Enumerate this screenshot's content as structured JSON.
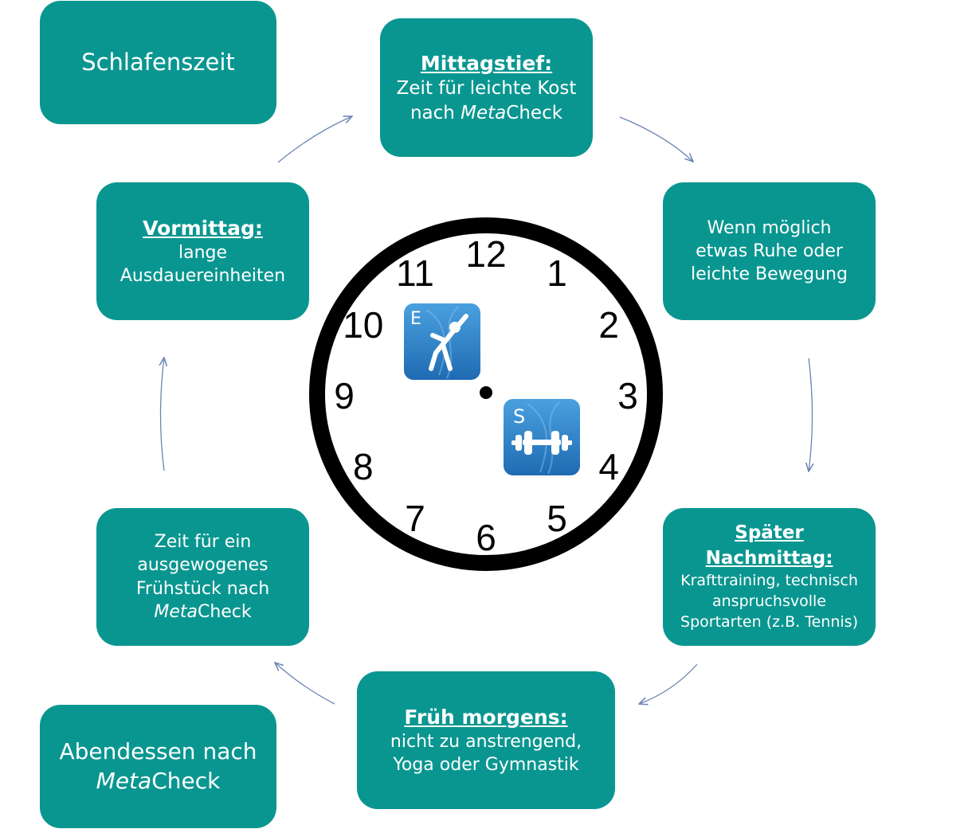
{
  "colors": {
    "box_fill": "#0a9690",
    "arrow": "#6b84b2",
    "clock_ring": "#000000",
    "icon_blue": "#2d7fc6"
  },
  "boxes": {
    "schlafenszeit": {
      "text": "Schlafenszeit"
    },
    "mittagstief": {
      "head": "Mittagstief:",
      "line1": "Zeit für leichte Kost",
      "line2_pre": "nach ",
      "line2_italic": "Meta",
      "line2_post": "Check"
    },
    "mittag_ruhe": {
      "line1": "Wenn möglich",
      "line2": "etwas Ruhe oder",
      "line3": "leichte Bewegung"
    },
    "spaeter_nachmittag": {
      "head1": "Später",
      "head2": "Nachmittag:",
      "line1": "Krafttraining, technisch",
      "line2": "anspruchsvolle",
      "line3": "Sportarten (z.B. Tennis)"
    },
    "frueh_morgens": {
      "head": "Früh morgens:",
      "line1": "nicht zu anstrengend,",
      "line2": "Yoga oder Gymnastik"
    },
    "fruehstueck": {
      "line1": "Zeit für ein",
      "line2": "ausgewogenes",
      "line3": "Frühstück nach",
      "line4_italic": "Meta",
      "line4_post": "Check"
    },
    "vormittag": {
      "head": "Vormittag:",
      "line1": "lange",
      "line2": "Ausdauereinheiten"
    },
    "abendessen": {
      "line1": "Abendessen nach",
      "line2_italic": "Meta",
      "line2_post": "Check"
    }
  },
  "clock": {
    "numbers": [
      "12",
      "1",
      "2",
      "3",
      "4",
      "5",
      "6",
      "7",
      "8",
      "9",
      "10",
      "11"
    ]
  },
  "icons": {
    "endurance": {
      "letter": "E",
      "name": "stretching-figure-icon"
    },
    "strength": {
      "letter": "S",
      "name": "dumbbell-icon"
    }
  }
}
